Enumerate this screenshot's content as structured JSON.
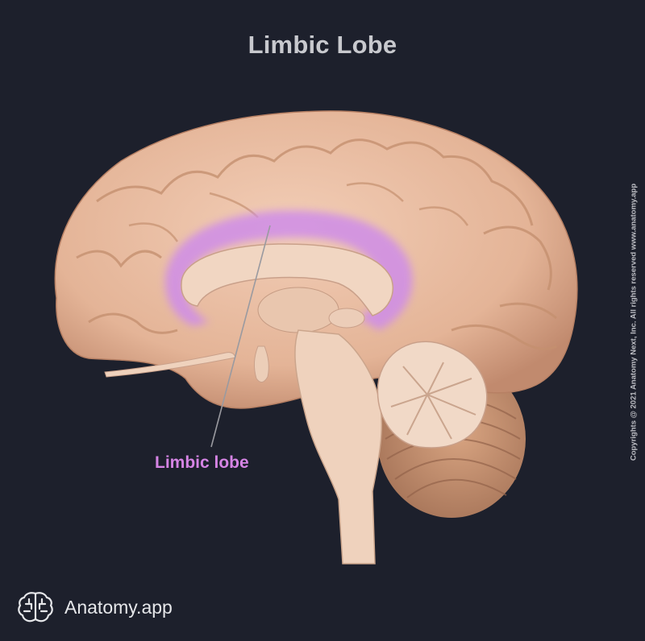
{
  "title": "Limbic Lobe",
  "labels": {
    "limbic_lobe": "Limbic lobe"
  },
  "copyright": "Copyrights @ 2021 Anatomy Next, Inc. All rights reserved www.anatomy.app",
  "brand": {
    "name": "Anatomy.app",
    "icon": "brain-logo-icon"
  },
  "colors": {
    "background": "#1d202c",
    "title": "#c8c9ce",
    "brain": "#e8bfa5",
    "brain_shadow": "#c9957a",
    "brainstem": "#efd2bd",
    "limbic_highlight": "#cf8de8",
    "label": "#d584e4",
    "leader_line": "#9a9aa0",
    "copyright": "#bdbec4",
    "brand": "#e6e7ea"
  }
}
